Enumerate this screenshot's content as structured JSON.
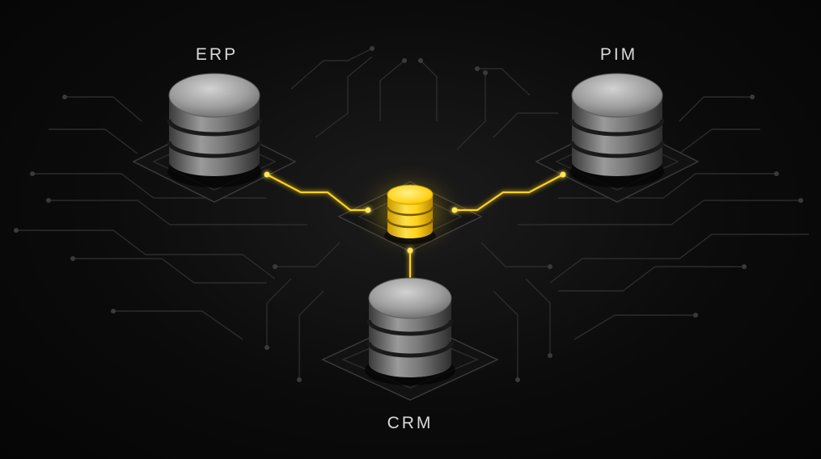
{
  "nodes": {
    "erp": {
      "label": "ERP"
    },
    "pim": {
      "label": "PIM"
    },
    "crm": {
      "label": "CRM"
    },
    "hub": {
      "label": ""
    }
  },
  "colors": {
    "accent": "#ffd21a",
    "accent_glow": "#ffe65c",
    "db_light": "#bdbdbd",
    "db_dark": "#4a4a4a",
    "trace": "#2a2a2a"
  },
  "connections": [
    {
      "from": "erp",
      "to": "hub"
    },
    {
      "from": "pim",
      "to": "hub"
    },
    {
      "from": "crm",
      "to": "hub"
    }
  ]
}
